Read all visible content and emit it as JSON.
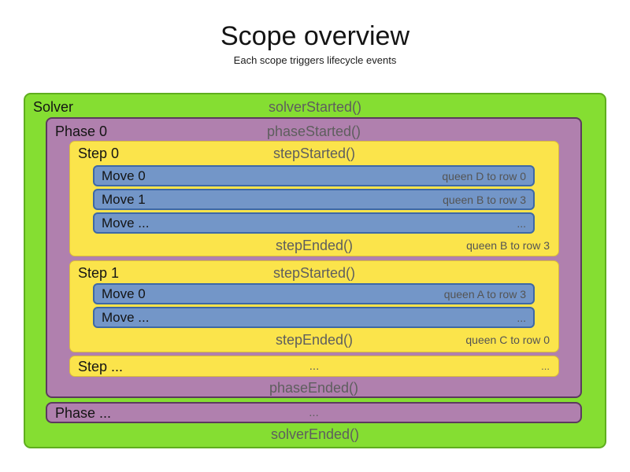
{
  "title": "Scope overview",
  "subtitle": "Each scope triggers lifecycle events",
  "colors": {
    "solver_fill": "#85DE32",
    "solver_border": "#5FAE1E",
    "phase_fill": "#B080AE",
    "phase_border": "#5C3A5E",
    "step_fill": "#FBE44B",
    "step_border": "#D9BC3A",
    "move_fill": "#7396C8",
    "move_border": "#3D68A6",
    "label_text": "#141414",
    "event_text": "#5E5E5E",
    "note_text": "#545454"
  },
  "solver": {
    "label": "Solver",
    "started_event": "solverStarted()",
    "ended_event": "solverEnded()",
    "phases": [
      {
        "label": "Phase 0",
        "started_event": "phaseStarted()",
        "ended_event": "phaseEnded()",
        "steps": [
          {
            "label": "Step 0",
            "started_event": "stepStarted()",
            "ended_event": "stepEnded()",
            "ended_note": "queen B to row 3",
            "moves": [
              {
                "label": "Move 0",
                "note": "queen D to row 0"
              },
              {
                "label": "Move 1",
                "note": "queen B to row 3"
              },
              {
                "label": "Move ...",
                "note": "..."
              }
            ]
          },
          {
            "label": "Step 1",
            "started_event": "stepStarted()",
            "ended_event": "stepEnded()",
            "ended_note": "queen C to row 0",
            "moves": [
              {
                "label": "Move 0",
                "note": "queen A to row 3"
              },
              {
                "label": "Move ...",
                "note": "..."
              }
            ]
          },
          {
            "label": "Step ...",
            "center_text": "...",
            "right_text": "..."
          }
        ]
      },
      {
        "label": "Phase ...",
        "center_text": "..."
      }
    ]
  }
}
